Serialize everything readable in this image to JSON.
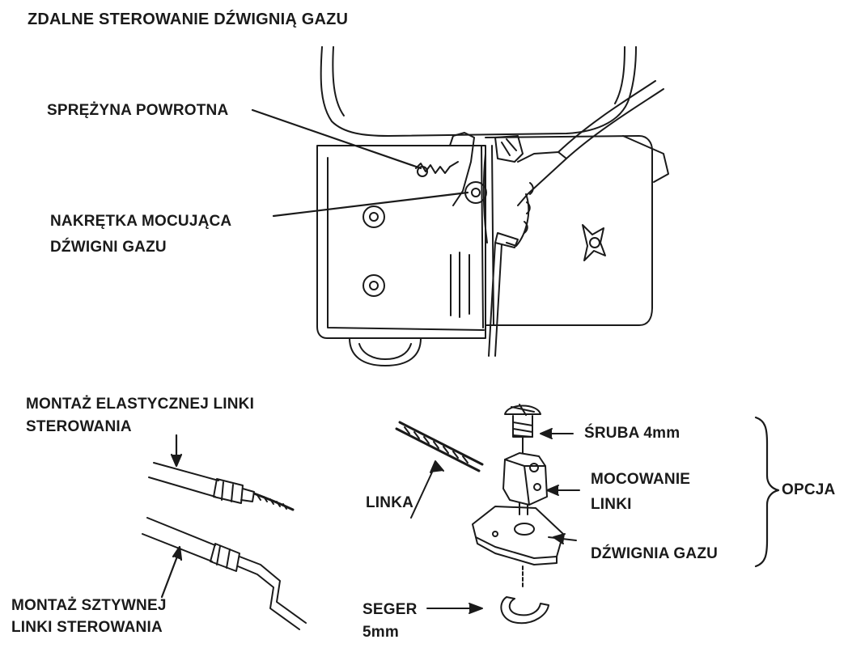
{
  "title": "ZDALNE STEROWANIE DŹWIGNIĄ GAZU",
  "labels": {
    "return_spring": "SPRĘŻYNA POWROTNA",
    "lever_nut_line1": "NAKRĘTKA MOCUJĄCA",
    "lever_nut_line2": "DŹWIGNI GAZU",
    "flexible_line1": "MONTAŻ ELASTYCZNEJ LINKI",
    "flexible_line2": "STEROWANIA",
    "solid_line1": "MONTAŻ SZTYWNEJ",
    "solid_line2": "LINKI STEROWANIA",
    "wire": "LINKA",
    "screw": "ŚRUBA 4mm",
    "holder_line1": "MOCOWANIE",
    "holder_line2": "LINKI",
    "throttle_lever": "DŹWIGNIA GAZU",
    "option": "OPCJA",
    "clip_line1": "SEGER",
    "clip_line2": "5mm"
  },
  "colors": {
    "ink": "#1a1a1a",
    "background": "#ffffff"
  }
}
